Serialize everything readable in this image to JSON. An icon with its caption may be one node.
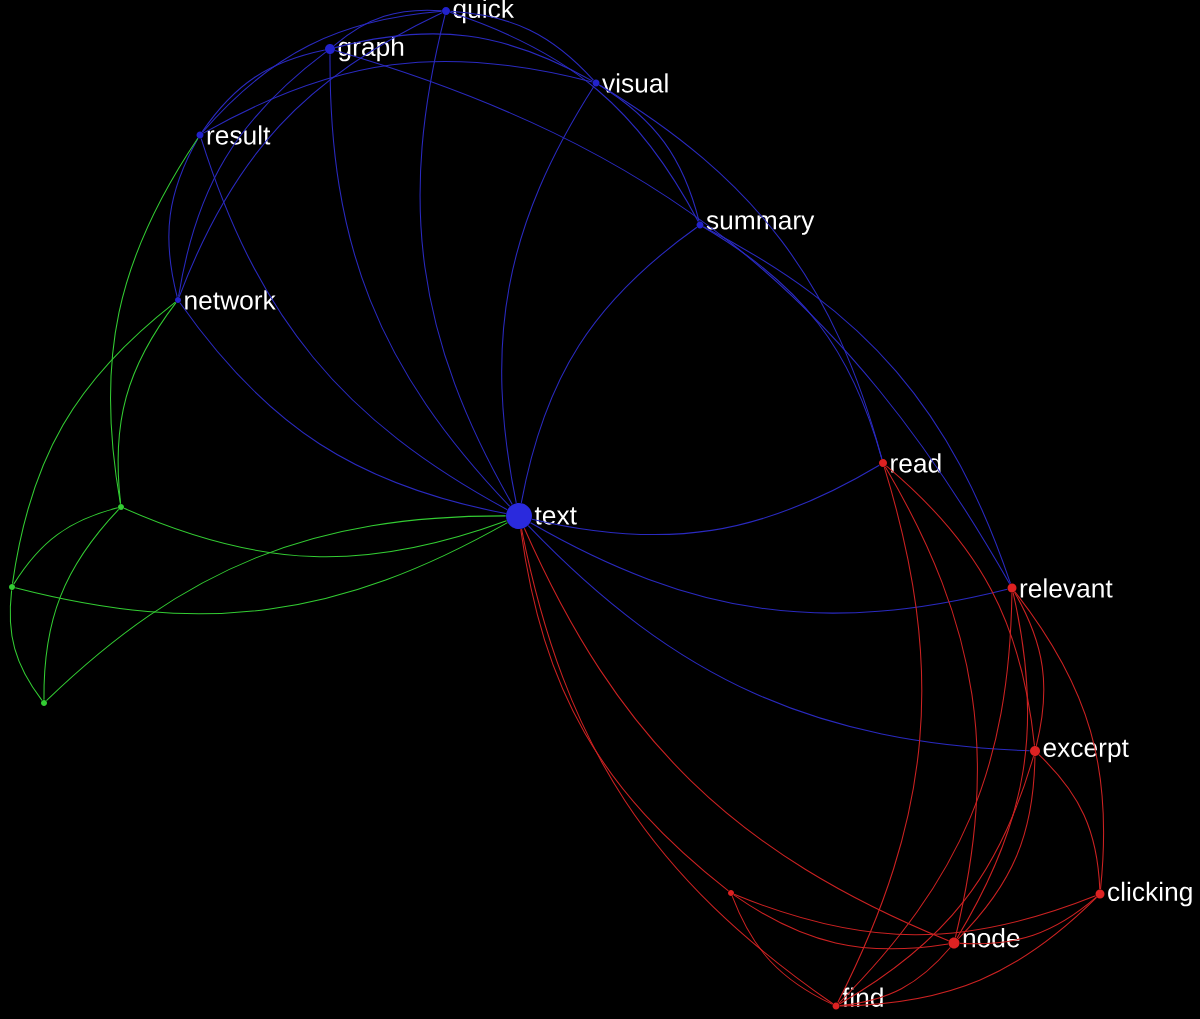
{
  "diagram": {
    "nodes": [
      {
        "text": [
          "quick"
        ]
      },
      {
        "text": [
          "graph"
        ]
      },
      {
        "text": [
          "visual"
        ]
      },
      {
        "text": [
          "result"
        ]
      },
      {
        "text": [
          "summary"
        ]
      },
      {
        "text": [
          "network"
        ]
      },
      {
        "text": [
          "read"
        ]
      },
      {
        "text": [
          "text"
        ]
      },
      {
        "text": [
          "relevant"
        ]
      },
      {
        "text": [
          "excerpt"
        ]
      },
      {
        "text": [
          "clicking"
        ]
      },
      {
        "text": [
          "node"
        ]
      },
      {
        "text": [
          "find"
        ]
      },
      {
        "text": [],
        "shape": "circle"
      },
      {
        "text": [],
        "shape": "circle"
      },
      {
        "text": [],
        "shape": "circle"
      },
      {
        "text": [],
        "shape": "circle"
      }
    ],
    "edges": [
      {
        "from": 7,
        "to": 0,
        "arrow": "none"
      },
      {
        "from": 7,
        "to": 1,
        "arrow": "none"
      },
      {
        "from": 7,
        "to": 2,
        "arrow": "none"
      },
      {
        "from": 7,
        "to": 3,
        "arrow": "none"
      },
      {
        "from": 7,
        "to": 4,
        "arrow": "none"
      },
      {
        "from": 7,
        "to": 5,
        "arrow": "none"
      },
      {
        "from": 7,
        "to": 6,
        "arrow": "none"
      },
      {
        "from": 7,
        "to": 8,
        "arrow": "none"
      },
      {
        "from": 7,
        "to": 9,
        "arrow": "none"
      },
      {
        "from": 0,
        "to": 1,
        "arrow": "none"
      },
      {
        "from": 0,
        "to": 2,
        "arrow": "none"
      },
      {
        "from": 0,
        "to": 3,
        "arrow": "none"
      },
      {
        "from": 0,
        "to": 5,
        "arrow": "none"
      },
      {
        "from": 0,
        "to": 4,
        "arrow": "none"
      },
      {
        "from": 1,
        "to": 2,
        "arrow": "none"
      },
      {
        "from": 1,
        "to": 3,
        "arrow": "none"
      },
      {
        "from": 1,
        "to": 5,
        "arrow": "none"
      },
      {
        "from": 1,
        "to": 8,
        "arrow": "none"
      },
      {
        "from": 3,
        "to": 2,
        "arrow": "none"
      },
      {
        "from": 3,
        "to": 5,
        "arrow": "none"
      },
      {
        "from": 2,
        "to": 4,
        "arrow": "none"
      },
      {
        "from": 2,
        "to": 6,
        "arrow": "none"
      },
      {
        "from": 4,
        "to": 6,
        "arrow": "none"
      },
      {
        "from": 4,
        "to": 8,
        "arrow": "none"
      },
      {
        "from": 7,
        "to": 13,
        "arrow": "none",
        "color": "#33cc33"
      },
      {
        "from": 7,
        "to": 14,
        "arrow": "none",
        "color": "#33cc33"
      },
      {
        "from": 7,
        "to": 15,
        "arrow": "none",
        "color": "#33cc33"
      },
      {
        "from": 3,
        "to": 15,
        "arrow": "none",
        "color": "#33cc33"
      },
      {
        "from": 5,
        "to": 13,
        "arrow": "none",
        "color": "#33cc33"
      },
      {
        "from": 5,
        "to": 15,
        "arrow": "none",
        "color": "#33cc33"
      },
      {
        "from": 13,
        "to": 14,
        "arrow": "none",
        "color": "#33cc33"
      },
      {
        "from": 13,
        "to": 15,
        "arrow": "none",
        "color": "#33cc33"
      },
      {
        "from": 14,
        "to": 15,
        "arrow": "none",
        "color": "#33cc33"
      },
      {
        "from": 7,
        "to": 11,
        "arrow": "none",
        "color": "#cc2222"
      },
      {
        "from": 7,
        "to": 12,
        "arrow": "none",
        "color": "#cc2222"
      },
      {
        "from": 7,
        "to": 16,
        "arrow": "none",
        "color": "#cc2222"
      },
      {
        "from": 6,
        "to": 9,
        "arrow": "none",
        "color": "#cc2222"
      },
      {
        "from": 6,
        "to": 11,
        "arrow": "none",
        "color": "#cc2222"
      },
      {
        "from": 6,
        "to": 12,
        "arrow": "none",
        "color": "#cc2222"
      },
      {
        "from": 8,
        "to": 9,
        "arrow": "none",
        "color": "#cc2222"
      },
      {
        "from": 8,
        "to": 11,
        "arrow": "none",
        "color": "#cc2222"
      },
      {
        "from": 8,
        "to": 10,
        "arrow": "none",
        "color": "#cc2222"
      },
      {
        "from": 8,
        "to": 12,
        "arrow": "none",
        "color": "#cc2222"
      },
      {
        "from": 9,
        "to": 10,
        "arrow": "none",
        "color": "#cc2222"
      },
      {
        "from": 9,
        "to": 11,
        "arrow": "none",
        "color": "#cc2222"
      },
      {
        "from": 9,
        "to": 12,
        "arrow": "none",
        "color": "#cc2222"
      },
      {
        "from": 10,
        "to": 11,
        "arrow": "none",
        "color": "#cc2222"
      },
      {
        "from": 10,
        "to": 12,
        "arrow": "none",
        "color": "#cc2222"
      },
      {
        "from": 10,
        "to": 16,
        "arrow": "none",
        "color": "#cc2222"
      },
      {
        "from": 11,
        "to": 16,
        "arrow": "none",
        "color": "#cc2222"
      },
      {
        "from": 12,
        "to": 16,
        "arrow": "none",
        "color": "#cc2222"
      },
      {
        "from": 11,
        "to": 12,
        "arrow": "none",
        "color": "#cc2222"
      }
    ]
  }
}
